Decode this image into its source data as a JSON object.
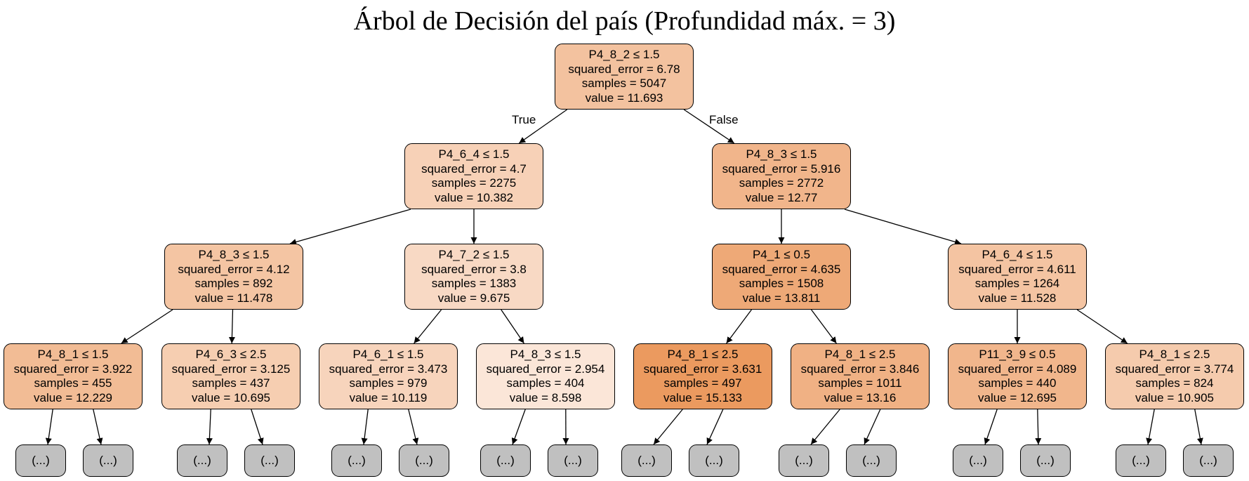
{
  "title": "Árbol de Decisión del país (Profundidad máx. = 3)",
  "edge_labels": {
    "true_label": "True",
    "false_label": "False"
  },
  "leaf_label": "(...)",
  "fill": {
    "min_value": 8.598,
    "max_value": 15.133,
    "low_color": "#fbe6d8",
    "high_color": "#eb9a5f",
    "leaf_color": "#c0c0c0"
  },
  "nodes": [
    {
      "id": "n0",
      "line1": "P4_8_2 ≤ 1.5",
      "line2": "squared_error = 6.78",
      "line3": "samples = 5047",
      "line4": "value = 11.693",
      "value": 11.693
    },
    {
      "id": "n1",
      "line1": "P4_6_4 ≤ 1.5",
      "line2": "squared_error = 4.7",
      "line3": "samples = 2275",
      "line4": "value = 10.382",
      "value": 10.382
    },
    {
      "id": "n2",
      "line1": "P4_8_3 ≤ 1.5",
      "line2": "squared_error = 5.916",
      "line3": "samples = 2772",
      "line4": "value = 12.77",
      "value": 12.77
    },
    {
      "id": "n3",
      "line1": "P4_8_3 ≤ 1.5",
      "line2": "squared_error = 4.12",
      "line3": "samples = 892",
      "line4": "value = 11.478",
      "value": 11.478
    },
    {
      "id": "n4",
      "line1": "P4_7_2 ≤ 1.5",
      "line2": "squared_error = 3.8",
      "line3": "samples = 1383",
      "line4": "value = 9.675",
      "value": 9.675
    },
    {
      "id": "n5",
      "line1": "P4_1 ≤ 0.5",
      "line2": "squared_error = 4.635",
      "line3": "samples = 1508",
      "line4": "value = 13.811",
      "value": 13.811
    },
    {
      "id": "n6",
      "line1": "P4_6_4 ≤ 1.5",
      "line2": "squared_error = 4.611",
      "line3": "samples = 1264",
      "line4": "value = 11.528",
      "value": 11.528
    },
    {
      "id": "n7",
      "line1": "P4_8_1 ≤ 1.5",
      "line2": "squared_error = 3.922",
      "line3": "samples = 455",
      "line4": "value = 12.229",
      "value": 12.229
    },
    {
      "id": "n8",
      "line1": "P4_6_3 ≤ 2.5",
      "line2": "squared_error = 3.125",
      "line3": "samples = 437",
      "line4": "value = 10.695",
      "value": 10.695
    },
    {
      "id": "n9",
      "line1": "P4_6_1 ≤ 1.5",
      "line2": "squared_error = 3.473",
      "line3": "samples = 979",
      "line4": "value = 10.119",
      "value": 10.119
    },
    {
      "id": "n10",
      "line1": "P4_8_3 ≤ 1.5",
      "line2": "squared_error = 2.954",
      "line3": "samples = 404",
      "line4": "value = 8.598",
      "value": 8.598
    },
    {
      "id": "n11",
      "line1": "P4_8_1 ≤ 2.5",
      "line2": "squared_error = 3.631",
      "line3": "samples = 497",
      "line4": "value = 15.133",
      "value": 15.133
    },
    {
      "id": "n12",
      "line1": "P4_8_1 ≤ 2.5",
      "line2": "squared_error = 3.846",
      "line3": "samples = 1011",
      "line4": "value = 13.16",
      "value": 13.16
    },
    {
      "id": "n13",
      "line1": "P11_3_9 ≤ 0.5",
      "line2": "squared_error = 4.089",
      "line3": "samples = 440",
      "line4": "value = 12.695",
      "value": 12.695
    },
    {
      "id": "n14",
      "line1": "P4_8_1 ≤ 2.5",
      "line2": "squared_error = 3.774",
      "line3": "samples = 824",
      "line4": "value = 10.905",
      "value": 10.905
    }
  ]
}
